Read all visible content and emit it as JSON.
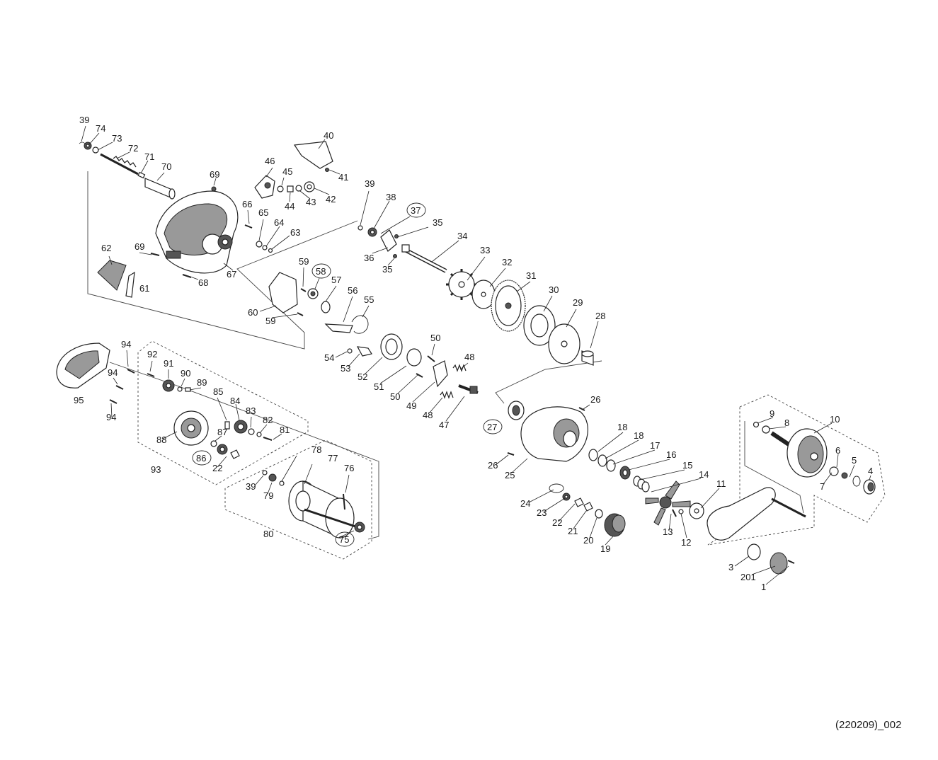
{
  "footer_code": "(220209)_002",
  "part_labels": [
    "1",
    "3",
    "4",
    "5",
    "6",
    "7",
    "8",
    "9",
    "10",
    "11",
    "12",
    "13",
    "14",
    "15",
    "16",
    "17",
    "18",
    "18",
    "19",
    "20",
    "21",
    "22",
    "22",
    "23",
    "24",
    "25",
    "26",
    "26",
    "27",
    "28",
    "29",
    "30",
    "31",
    "32",
    "33",
    "34",
    "35",
    "35",
    "36",
    "37",
    "38",
    "39",
    "39",
    "39",
    "40",
    "41",
    "42",
    "43",
    "44",
    "45",
    "46",
    "47",
    "48",
    "48",
    "49",
    "50",
    "50",
    "51",
    "52",
    "53",
    "54",
    "55",
    "56",
    "57",
    "58",
    "59",
    "59",
    "60",
    "61",
    "62",
    "63",
    "64",
    "65",
    "66",
    "67",
    "68",
    "69",
    "69",
    "70",
    "71",
    "72",
    "73",
    "74",
    "75",
    "76",
    "77",
    "78",
    "79",
    "80",
    "81",
    "82",
    "83",
    "84",
    "85",
    "86",
    "87",
    "88",
    "89",
    "90",
    "91",
    "92",
    "93",
    "94",
    "94",
    "94",
    "95",
    "201"
  ],
  "circled_labels": [
    "27",
    "37",
    "58",
    "75",
    "86"
  ]
}
